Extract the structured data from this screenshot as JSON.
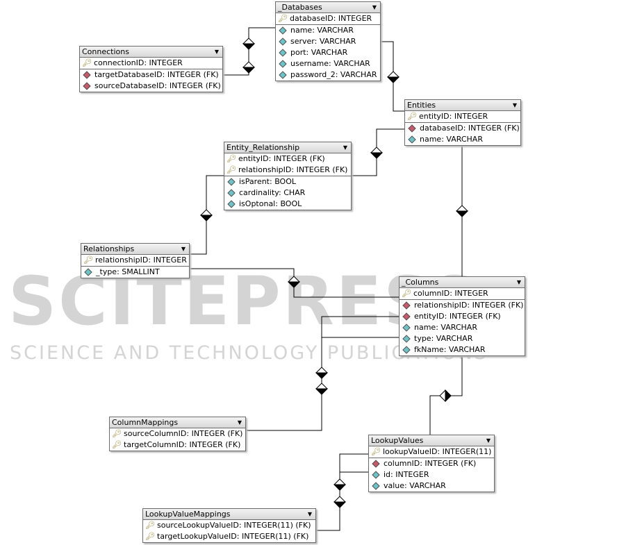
{
  "watermark": {
    "big": "SCITEPRESS",
    "small": "SCIENCE AND TECHNOLOGY PUBLICATIONS"
  },
  "colors": {
    "blue_diamond": "#6fc2c8",
    "red_diamond": "#c45a6a",
    "key": "#9c8a3a"
  },
  "tables": {
    "databases": {
      "title": "_Databases",
      "cols": [
        "databaseID: INTEGER",
        "name: VARCHAR",
        "server: VARCHAR",
        "port: VARCHAR",
        "username: VARCHAR",
        "password_2: VARCHAR"
      ]
    },
    "connections": {
      "title": "Connections",
      "cols": [
        "connectionID: INTEGER",
        "targetDatabaseID: INTEGER (FK)",
        "sourceDatabaseID: INTEGER (FK)"
      ]
    },
    "entities": {
      "title": "Entities",
      "cols": [
        "entityID: INTEGER",
        "databaseID: INTEGER (FK)",
        "name: VARCHAR"
      ]
    },
    "entity_relationship": {
      "title": "Entity_Relationship",
      "cols": [
        "entityID: INTEGER (FK)",
        "relationshipID: INTEGER (FK)",
        "isParent: BOOL",
        "cardinality: CHAR",
        "isOptonal: BOOL"
      ]
    },
    "relationships": {
      "title": "Relationships",
      "cols": [
        "relationshipID: INTEGER",
        "_type: SMALLINT"
      ]
    },
    "columns": {
      "title": "_Columns",
      "cols": [
        "columnID: INTEGER",
        "relationshipID: INTEGER (FK)",
        "entityID: INTEGER (FK)",
        "name: VARCHAR",
        "type: VARCHAR",
        "fkName: VARCHAR"
      ]
    },
    "columnmappings": {
      "title": "ColumnMappings",
      "cols": [
        "sourceColumnID: INTEGER (FK)",
        "targetColumnID: INTEGER (FK)"
      ]
    },
    "lookupvalues": {
      "title": "LookupValues",
      "cols": [
        "lookupValueID: INTEGER(11)",
        "columnID: INTEGER (FK)",
        "id: INTEGER",
        "value: VARCHAR"
      ]
    },
    "lookupvaluemappings": {
      "title": "LookupValueMappings",
      "cols": [
        "sourceLookupValueID: INTEGER(11) (FK)",
        "targetLookupValueID: INTEGER(11) (FK)"
      ]
    }
  }
}
